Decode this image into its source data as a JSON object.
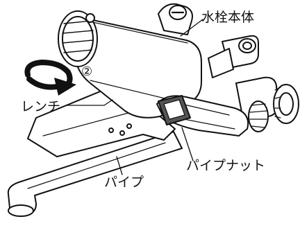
{
  "labels": {
    "faucet_body": "水栓本体",
    "wrench": "レンチ",
    "pipe_nut": "パイプナット",
    "pipe": "パイプ",
    "step": "②"
  },
  "colors": {
    "line": "#111111",
    "fill": "#ffffff",
    "shade": "#555555",
    "arrow": "#111111"
  },
  "icons": {
    "rotation": "rotate-arrow-icon"
  }
}
